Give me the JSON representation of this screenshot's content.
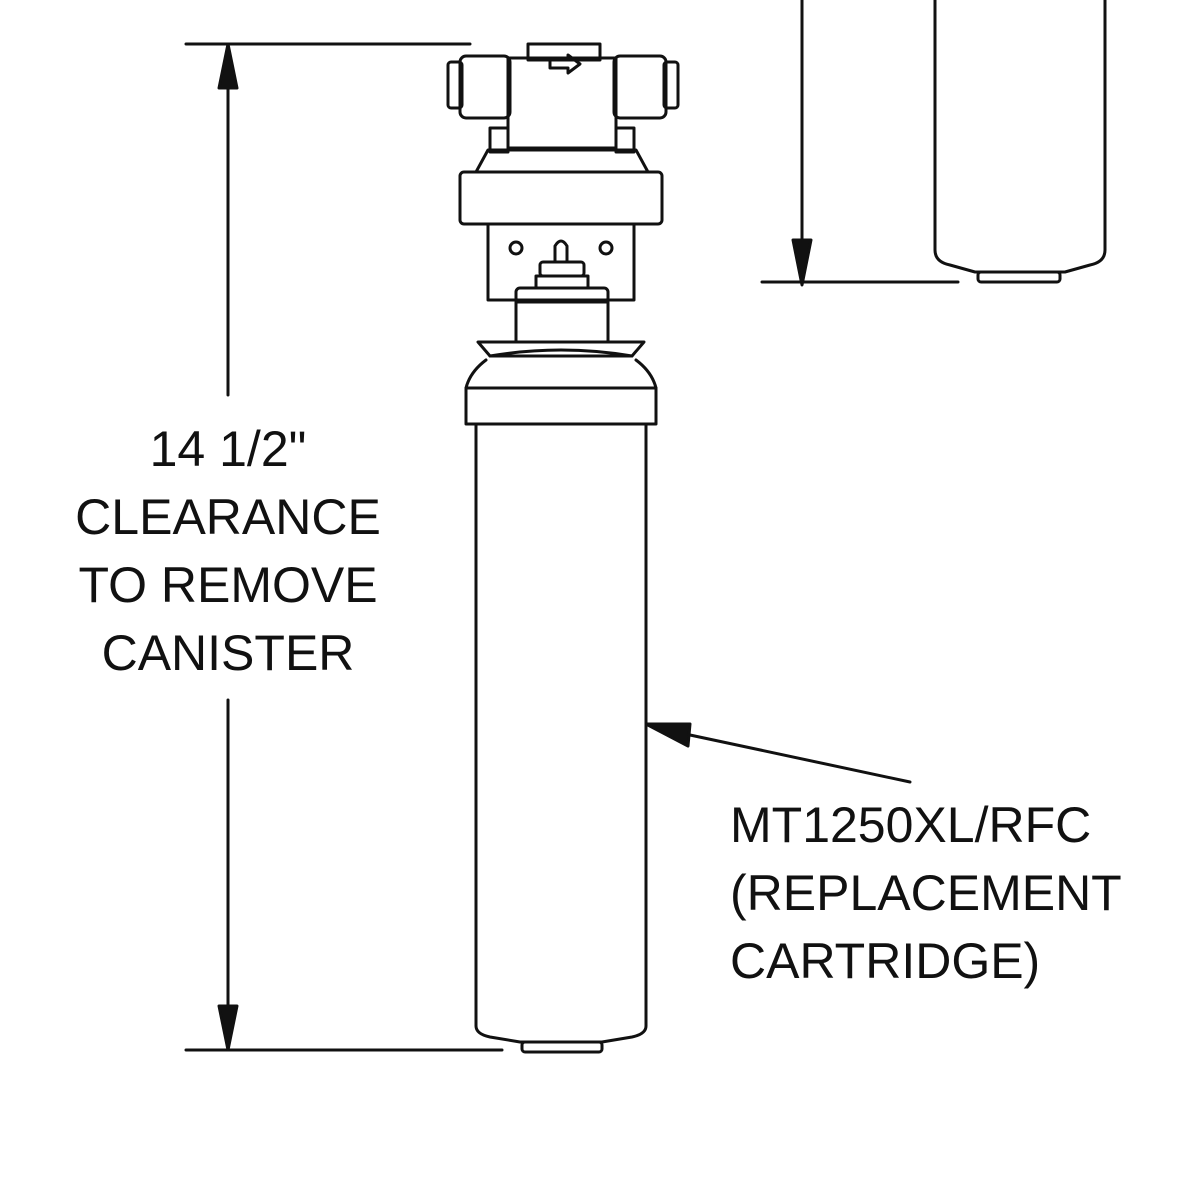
{
  "clearance": {
    "dimension": "14 1/2\"",
    "line1": "CLEARANCE",
    "line2": "TO REMOVE",
    "line3": "CANISTER"
  },
  "cartridge": {
    "model": "MT1250XL/RFC",
    "line2": "(REPLACEMENT",
    "line3": "CARTRIDGE)"
  },
  "colors": {
    "stroke": "#111111",
    "background": "#ffffff"
  },
  "icons": {
    "flow_direction": "right-arrow-icon"
  }
}
